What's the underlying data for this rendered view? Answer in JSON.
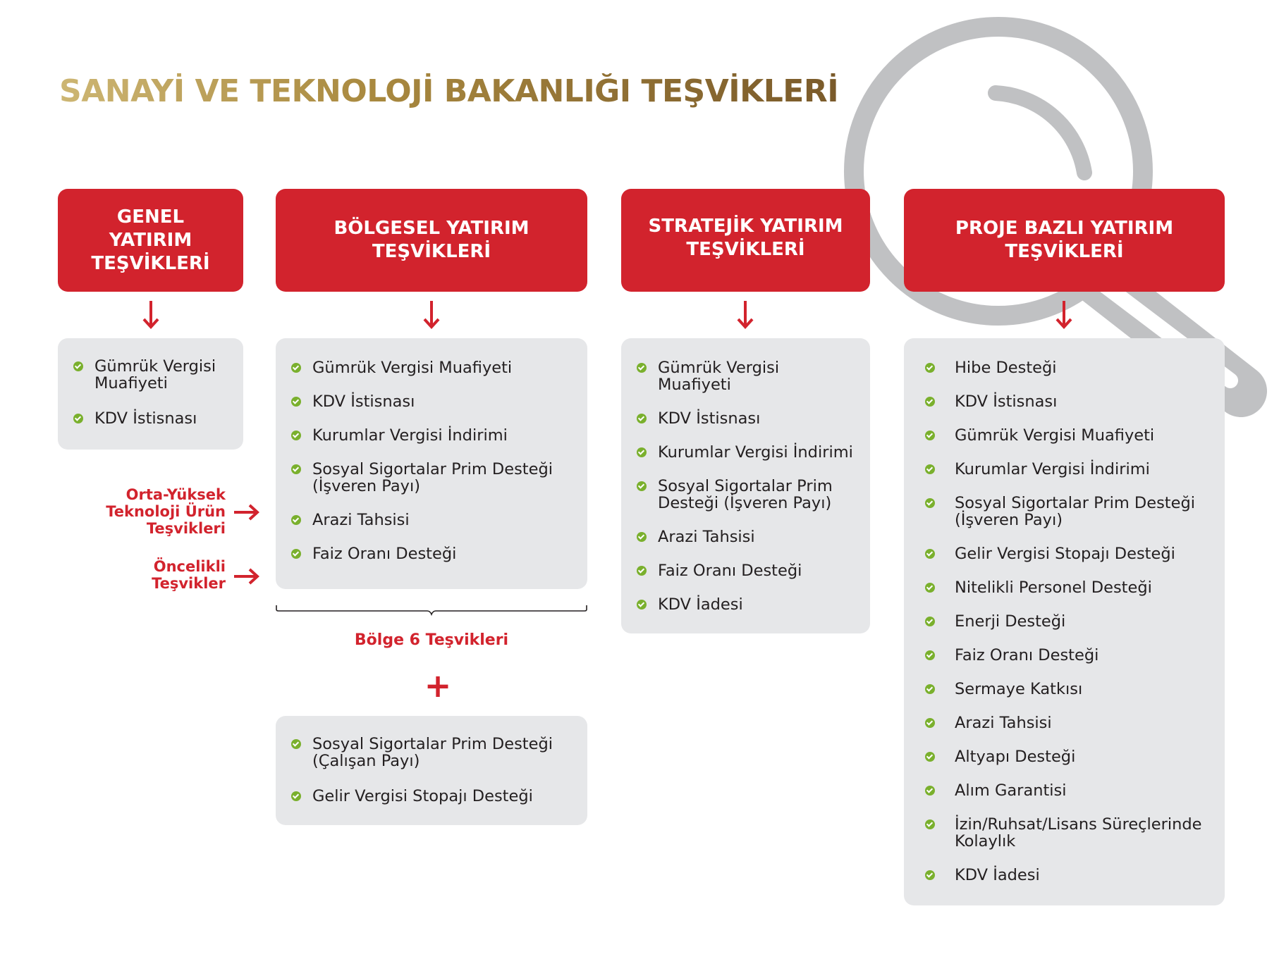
{
  "title": "SANAYİ VE TEKNOLOJİ BAKANLIĞI TEŞVİKLERİ",
  "colors": {
    "accent_red": "#d2232d",
    "panel_gray": "#e6e7e9",
    "check_green": "#7ab02d",
    "title_gold": "#a9893f"
  },
  "columns": [
    {
      "header": [
        "GENEL",
        "YATIRIM",
        "TEŞVİKLERİ"
      ],
      "items": [
        "Gümrük Vergisi Muafiyeti",
        "KDV İstisnası"
      ]
    },
    {
      "header": [
        "BÖLGESEL YATIRIM",
        "TEŞVİKLERİ"
      ],
      "items": [
        "Gümrük Vergisi Muafiyeti",
        "KDV İstisnası",
        "Kurumlar Vergisi İndirimi",
        "Sosyal Sigortalar Prim Desteği (İşveren Payı)",
        "Arazi Tahsisi",
        "Faiz Oranı Desteği"
      ]
    },
    {
      "header": [
        "STRATEJİK YATIRIM",
        "TEŞVİKLERİ"
      ],
      "items": [
        "Gümrük Vergisi Muafiyeti",
        "KDV İstisnası",
        "Kurumlar Vergisi İndirimi",
        "Sosyal Sigortalar Prim Desteği (İşveren Payı)",
        "Arazi Tahsisi",
        "Faiz Oranı Desteği",
        "KDV İadesi"
      ]
    },
    {
      "header": [
        "PROJE BAZLI YATIRIM",
        "TEŞVİKLERİ"
      ],
      "items": [
        "Hibe Desteği",
        "KDV İstisnası",
        "Gümrük Vergisi Muafiyeti",
        "Kurumlar Vergisi İndirimi",
        "Sosyal Sigortalar Prim Desteği (İşveren Payı)",
        "Gelir Vergisi Stopajı Desteği",
        "Nitelikli Personel Desteği",
        "Enerji Desteği",
        "Faiz Oranı Desteği",
        "Sermaye Katkısı",
        "Arazi Tahsisi",
        "Altyapı Desteği",
        "Alım Garantisi",
        "İzin/Ruhsat/Lisans Süreçlerinde Kolaylık",
        "KDV İadesi"
      ]
    }
  ],
  "side_labels": [
    [
      "Orta-Yüksek",
      "Teknoloji Ürün",
      "Teşvikleri"
    ],
    [
      "Öncelikli",
      "Teşvikler"
    ]
  ],
  "bolge6": {
    "label": "Bölge 6 Teşvikleri",
    "plus": "+",
    "items": [
      "Sosyal Sigortalar Prim Desteği (Çalışan Payı)",
      "Gelir Vergisi Stopajı Desteği"
    ]
  }
}
